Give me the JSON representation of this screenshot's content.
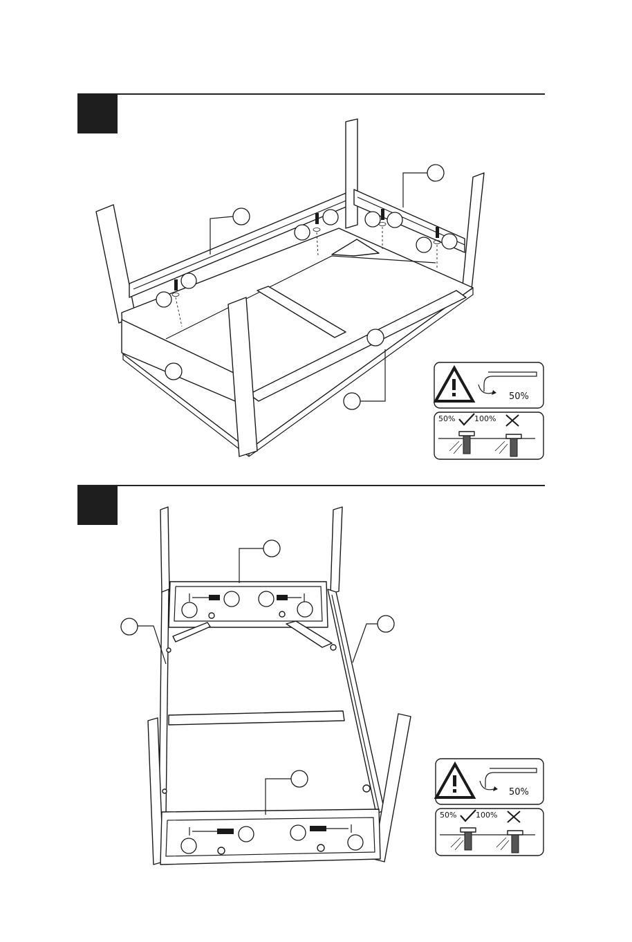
{
  "steps": [
    {
      "warning_card": {
        "icons": [
          "warning-triangle-icon",
          "hex-key-rotate-icon"
        ],
        "torque_label": "50%",
        "ok_label": "50%",
        "over_label": "100%",
        "ok_icon": "check-mark-icon",
        "over_icon": "cross-mark-icon"
      }
    },
    {
      "warning_card": {
        "icons": [
          "warning-triangle-icon",
          "hex-key-rotate-icon"
        ],
        "torque_label": "50%",
        "ok_label": "50%",
        "over_label": "100%",
        "ok_icon": "check-mark-icon",
        "over_icon": "cross-mark-icon"
      }
    }
  ],
  "colors": {
    "ink": "#1a1a1a",
    "step_box": "#1e1e1e",
    "paper": "#ffffff"
  }
}
